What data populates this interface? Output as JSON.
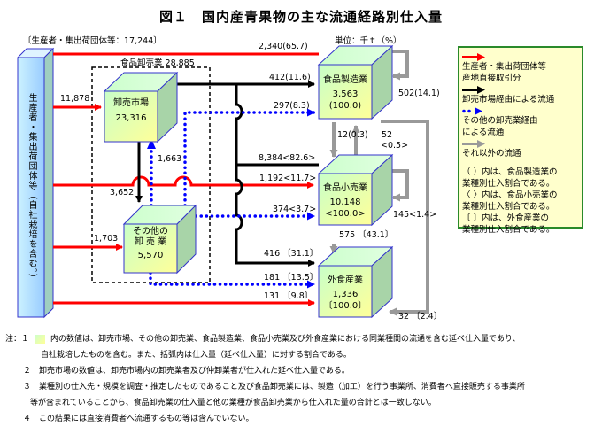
{
  "title": "図１　国内産青果物の主な流通経路別仕入量",
  "unit_label": "単位：千ｔ（%）",
  "producer_header": "〔生産者・集出荷団体等：17,244〕",
  "producer_box": {
    "label": "生産者・集出荷団体等（自社栽培を含む。）"
  },
  "wholesale_group": {
    "label": "食品卸売業 28,885"
  },
  "nodes": {
    "wholesale_market": {
      "name": "卸売市場",
      "value": "23,316"
    },
    "other_wholesale": {
      "name_line1": "その他の",
      "name_line2": "卸 売 業",
      "value": "5,570"
    },
    "food_manufacturing": {
      "name": "食品製造業",
      "value": "3,563",
      "share": "(100.0)"
    },
    "food_retail": {
      "name": "食品小売業",
      "value": "10,148",
      "share": "<100.0>"
    },
    "food_service": {
      "name": "外食産業",
      "value": "1,336",
      "share": "〔100.0〕"
    }
  },
  "flows": {
    "producer_to_manufacturing": "2,340(65.7)",
    "producer_to_market": "11,878",
    "producer_to_other": "1,703",
    "producer_to_retail": "1,192<11.7>",
    "producer_to_service": "131 〔9.8〕",
    "market_to_manufacturing": "412(11.6)",
    "market_to_retail": "8,384<82.6>",
    "market_to_service": "416 〔31.1〕",
    "market_to_other": "3,652",
    "other_to_market": "1,663",
    "other_to_manufacturing": "297(8.3)",
    "other_to_retail": "374<3.7>",
    "other_to_service": "181 〔13.5〕",
    "manufacturing_self": "502(14.1)",
    "retail_to_manufacturing": "12(0.3)",
    "manufacturing_to_retail": "52",
    "manufacturing_to_retail_share": "<0.5>",
    "retail_self": "145<1.4>",
    "retail_to_service": "575 〔43.1〕",
    "manufacturing_to_service": "32 〔2.4〕"
  },
  "legend": {
    "items": [
      {
        "color": "#ff0000",
        "line1": "生産者・集出荷団体等",
        "line2": "産地直接取引分"
      },
      {
        "color": "#000000",
        "line1": "卸売市場経由による流通",
        "line2": ""
      },
      {
        "color": "#0000ff",
        "line1": "その他の卸売業経由",
        "line2": "による流通"
      },
      {
        "color": "#999999",
        "line1": "それ以外の流通",
        "line2": ""
      }
    ],
    "notes": [
      "（ ）内は、食品製造業の",
      "業種別仕入割合である。",
      "〈 〉内は、食品小売業の",
      "業種別仕入割合である。",
      "〔 〕内は、外食産業の",
      "業種別仕入割合である。"
    ]
  },
  "footnotes": {
    "prefix": "注：１",
    "note1_a": "内の数値は、卸売市場、その他の卸売業、食品製造業、食品小売業及び外食産業における同業種間の流通を含む延べ仕入量であり、",
    "note1_b": "自社栽培したものを含む。また、括弧内は仕入量（延べ仕入量）に対する割合である。",
    "note2": "２　卸売市場の数値は、卸売市場内の卸売業者及び仲卸業者が仕入れた延べ仕入量である。",
    "note3_a": "３　業種別の仕入先・規模を調査・推定したものであること及び食品卸売業には、製造（加工）を行う事業所、消費者へ直接販売する事業所",
    "note3_b": "等が含まれていることから、食品卸売業の仕入量と他の業種が食品卸売業から仕入れた量の合計とは一致しない。",
    "note4": "４　この結果には直接消費者へ流通するもの等は含んでいない。"
  },
  "colors": {
    "producer_flow": "#ff0000",
    "market_flow": "#000000",
    "other_wholesale_flow": "#0000ff",
    "other_flow": "#999999",
    "legend_border": "#2a8a2a",
    "legend_bg": "#ffffcc"
  }
}
